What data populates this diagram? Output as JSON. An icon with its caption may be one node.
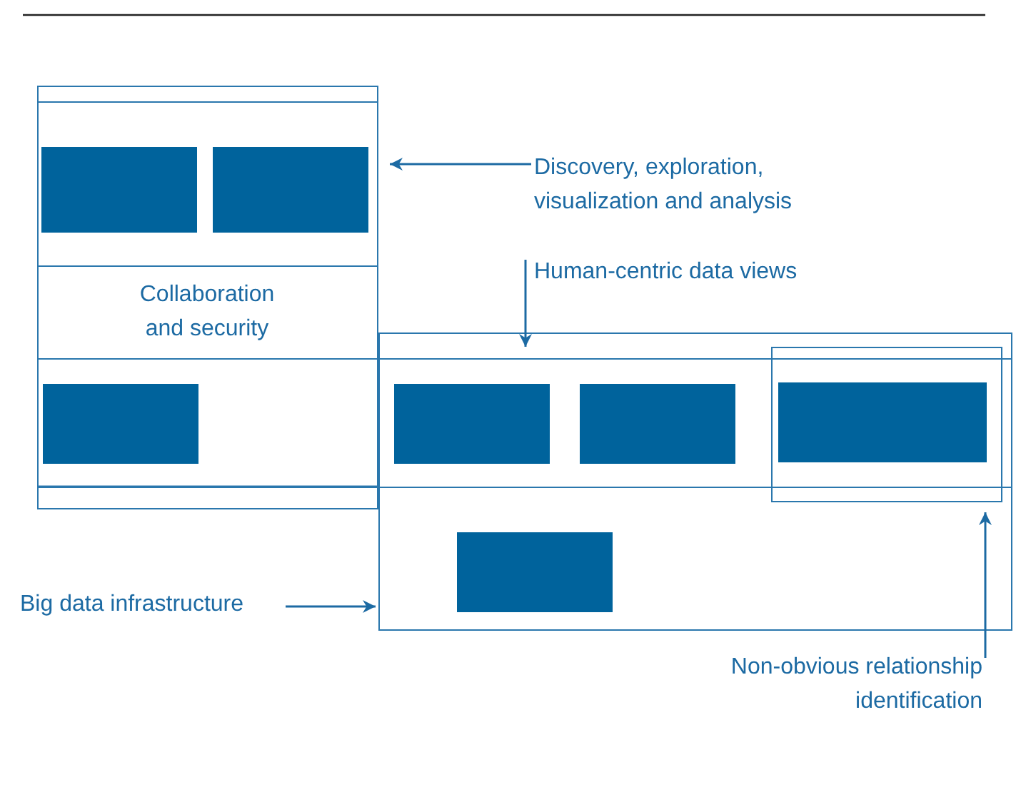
{
  "diagram": {
    "nodes": [
      {
        "text": [],
        "shape": "box"
      },
      {
        "text": [],
        "shape": "box",
        "in": 0
      },
      {
        "text": [],
        "shape": "bar",
        "in": 1
      },
      {
        "text": [],
        "shape": "bar",
        "in": 1
      },
      {
        "text": [
          "Collaboration and security"
        ],
        "in": 0
      },
      {
        "text": [],
        "shape": "box"
      },
      {
        "text": [],
        "shape": "bar"
      },
      {
        "text": [],
        "shape": "box",
        "in": 10
      },
      {
        "text": [],
        "shape": "bar"
      },
      {
        "text": [],
        "shape": "bar"
      },
      {
        "text": [],
        "shape": "box"
      },
      {
        "text": [],
        "shape": "bar",
        "in": 10
      },
      {
        "text": [],
        "shape": "bar",
        "in": 7
      },
      {
        "text": [
          "Discovery, exploration, visualization and analysis"
        ]
      },
      {
        "text": [
          "Human-centric data views"
        ]
      },
      {
        "text": [
          "Big data infrastructure"
        ]
      },
      {
        "text": [
          "Non-obvious relationship identification"
        ]
      }
    ],
    "edges": [
      {
        "from": 13,
        "to": 1,
        "arrow": "to"
      },
      {
        "from": 14,
        "to": 10,
        "arrow": "to"
      },
      {
        "from": 15,
        "to": 10,
        "arrow": "to"
      },
      {
        "from": 16,
        "to": 7,
        "arrow": "to"
      }
    ]
  }
}
